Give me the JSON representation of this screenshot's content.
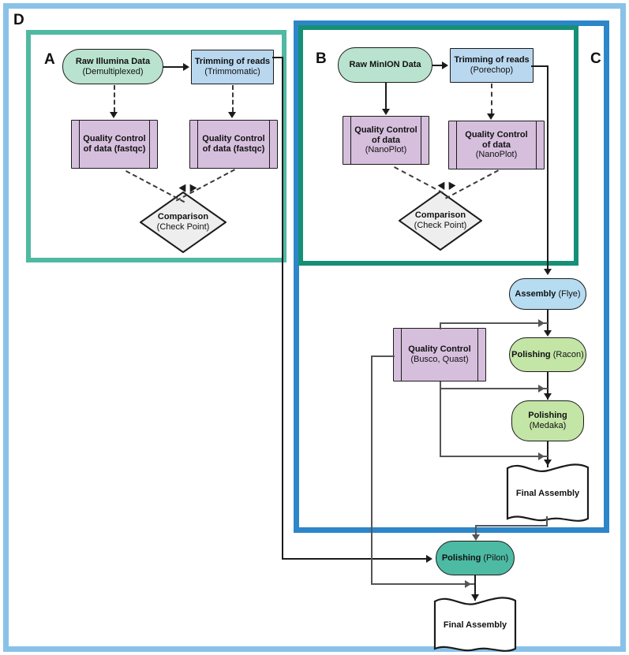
{
  "figure": {
    "panel_labels": {
      "a": "A",
      "b": "B",
      "c": "C",
      "d": "D"
    },
    "colors": {
      "panel_d_border": "#89c2e8",
      "panel_a_border": "#4fb9a2",
      "panel_b_border": "#159077",
      "panel_c_border": "#2c86c9",
      "terminator_fill": "#b9e3cf",
      "process_fill": "#b9d7ef",
      "predefined_fill": "#d6bfdd",
      "assembly_fill": "#b6dcf2",
      "polish_fill": "#c3e5a6",
      "pilon_fill": "#4dbaa4",
      "document_fill": "#ffffff",
      "decision_fill": "#eeeeee"
    }
  },
  "panel_a": {
    "raw_data": {
      "line1": "Raw Illumina Data",
      "line2": "(Demultiplexed)"
    },
    "trimming": {
      "line1": "Trimming of reads",
      "line2": "(Trimmomatic)"
    },
    "qc_raw": {
      "line1": "Quality Control",
      "line2": "of data (fastqc)"
    },
    "qc_trimmed": {
      "line1": "Quality Control",
      "line2": "of data (fastqc)"
    },
    "comparison": {
      "line1": "Comparison",
      "line2": "(Check Point)"
    }
  },
  "panel_b": {
    "raw_data": {
      "line1": "Raw MinION Data",
      "line2": ""
    },
    "trimming": {
      "line1": "Trimming of reads",
      "line2": "(Porechop)"
    },
    "qc_raw": {
      "line1": "Quality Control",
      "line2": "of data",
      "line3": "(NanoPlot)"
    },
    "qc_trimmed": {
      "line1": "Quality Control",
      "line2": "of data",
      "line3": "(NanoPlot)"
    },
    "comparison": {
      "line1": "Comparison",
      "line2": "(Check Point)"
    }
  },
  "panel_c": {
    "assembly": {
      "bold": "Assembly",
      "plain": " (Flye)"
    },
    "polishing_racon": {
      "bold": "Polishing",
      "plain": " (Racon)"
    },
    "polishing_medaka": {
      "line1": "Polishing",
      "line2": "(Medaka)"
    },
    "quality_control": {
      "line1": "Quality Control",
      "line2": "(Busco, Quast)"
    },
    "final_assembly": {
      "label": "Final Assembly"
    }
  },
  "panel_d": {
    "polishing_pilon": {
      "bold": "Polishing",
      "plain": " (Pilon)"
    },
    "final_assembly": {
      "label": "Final Assembly"
    }
  }
}
